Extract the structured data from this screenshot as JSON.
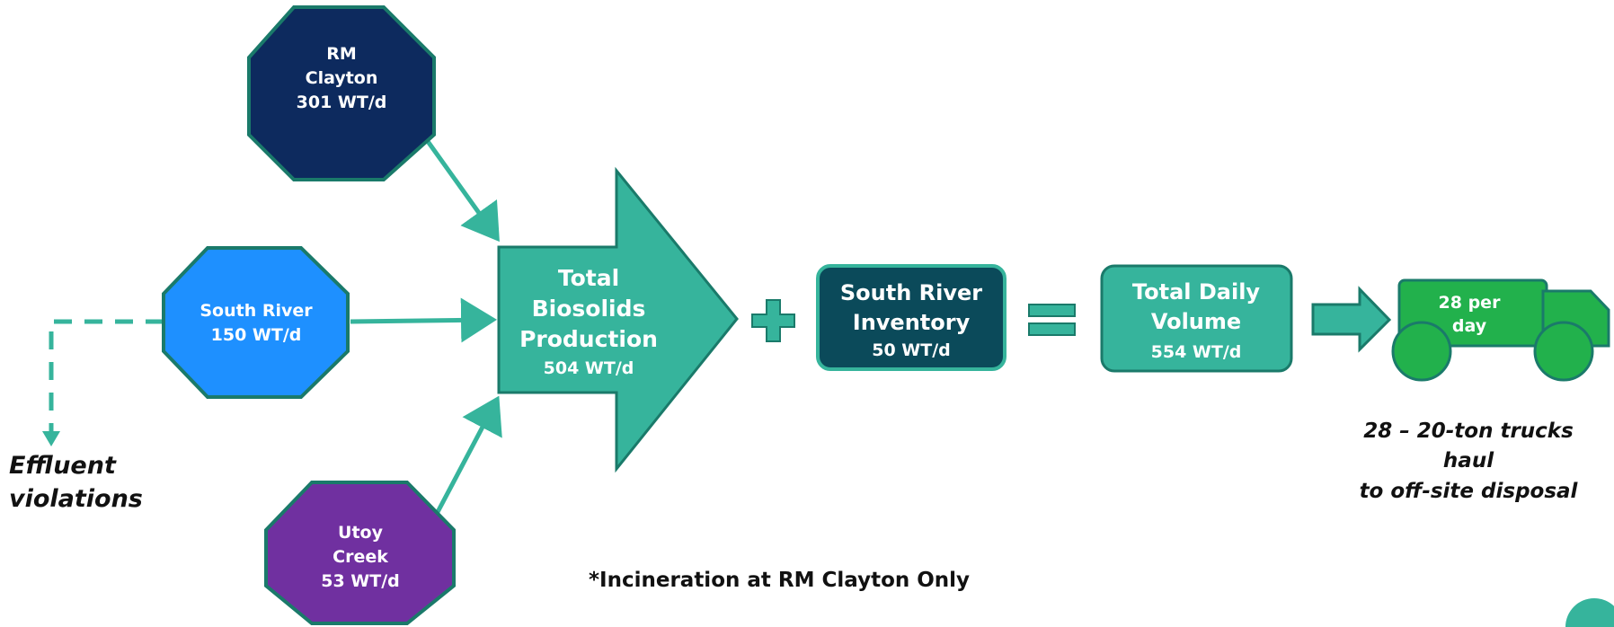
{
  "nodes": {
    "rm_clayton": {
      "line1": "RM",
      "line2": "Clayton",
      "value": "301 WT/d",
      "color": "#0d2a5e"
    },
    "south_river": {
      "line1": "South River",
      "value": "150 WT/d",
      "color": "#1e90ff"
    },
    "utoy_creek": {
      "line1": "Utoy",
      "line2": "Creek",
      "value": "53 WT/d",
      "color": "#7030a0"
    },
    "total_production": {
      "line1": "Total",
      "line2": "Biosolids",
      "line3": "Production",
      "value": "504 WT/d",
      "color": "#36b49c"
    },
    "inventory": {
      "line1": "South River",
      "line2": "Inventory",
      "value": "50 WT/d",
      "color": "#0b4a5a"
    },
    "daily_volume": {
      "line1": "Total Daily",
      "line2": "Volume",
      "value": "554 WT/d",
      "color": "#36b49c"
    }
  },
  "truck": {
    "line1": "28 per",
    "line2": "day",
    "color": "#22b14c"
  },
  "truck_caption": {
    "line1": "28 – 20-ton trucks",
    "line2": "haul",
    "line3": "to off-site disposal"
  },
  "effluent": {
    "line1": "Effluent",
    "line2": "violations"
  },
  "footnote": "*Incineration at RM Clayton Only",
  "colors": {
    "teal": "#36b49c",
    "border": "#1a7a6a"
  }
}
